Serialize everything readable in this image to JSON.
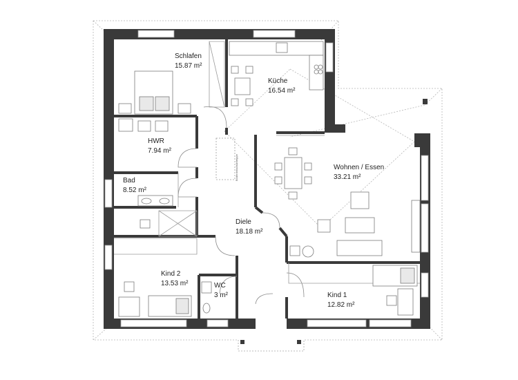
{
  "rooms": {
    "schlafen": {
      "name": "Schlafen",
      "area": "15.87 m²"
    },
    "kueche": {
      "name": "Küche",
      "area": "16.54 m²"
    },
    "hwr": {
      "name": "HWR",
      "area": "7.94 m²"
    },
    "wohnen": {
      "name": "Wohnen / Essen",
      "area": "33.21 m²"
    },
    "bad": {
      "name": "Bad",
      "area": "8.52 m²"
    },
    "diele": {
      "name": "Diele",
      "area": "18.18 m²"
    },
    "kind2": {
      "name": "Kind 2",
      "area": "13.53 m²"
    },
    "wc": {
      "name": "WC",
      "area": "3 m²"
    },
    "kind1": {
      "name": "Kind 1",
      "area": "12.82 m²"
    }
  },
  "stair_label": "Bodeneinschubtreppe",
  "colors": {
    "wall": "#3a3a3a",
    "line": "#9a9a9a",
    "dash": "#b5b5b5",
    "background": "#ffffff"
  }
}
